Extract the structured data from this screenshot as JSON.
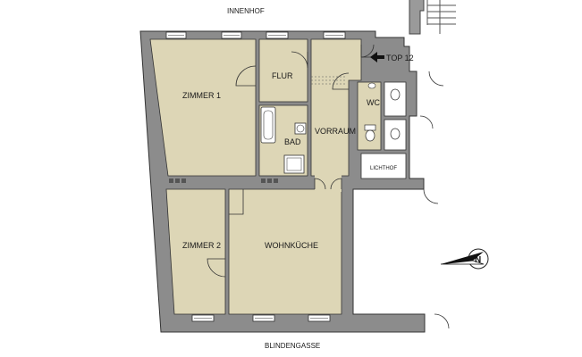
{
  "plan": {
    "streets": {
      "top": "INNENHOF",
      "bottom": "BLINDENGASSE"
    },
    "unit_tag": "TOP 12",
    "rooms": {
      "zimmer1": "ZIMMER 1",
      "flur": "FLUR",
      "bad": "BAD",
      "vorraum": "VORRAUM",
      "wc": "WC",
      "lichthof": "LICHTHOF",
      "zimmer2": "ZIMMER 2",
      "wohnkueche": "WOHNKÜCHE"
    },
    "colors": {
      "room_fill": "#ddd6b6",
      "wall_fill": "#8c8c8c",
      "outline": "#333333",
      "background": "#ffffff"
    },
    "icons": [
      "north-arrow-icon",
      "entrance-arrow-icon",
      "bathtub-icon",
      "washbasin-icon",
      "toilet-icon",
      "shower-icon"
    ]
  }
}
